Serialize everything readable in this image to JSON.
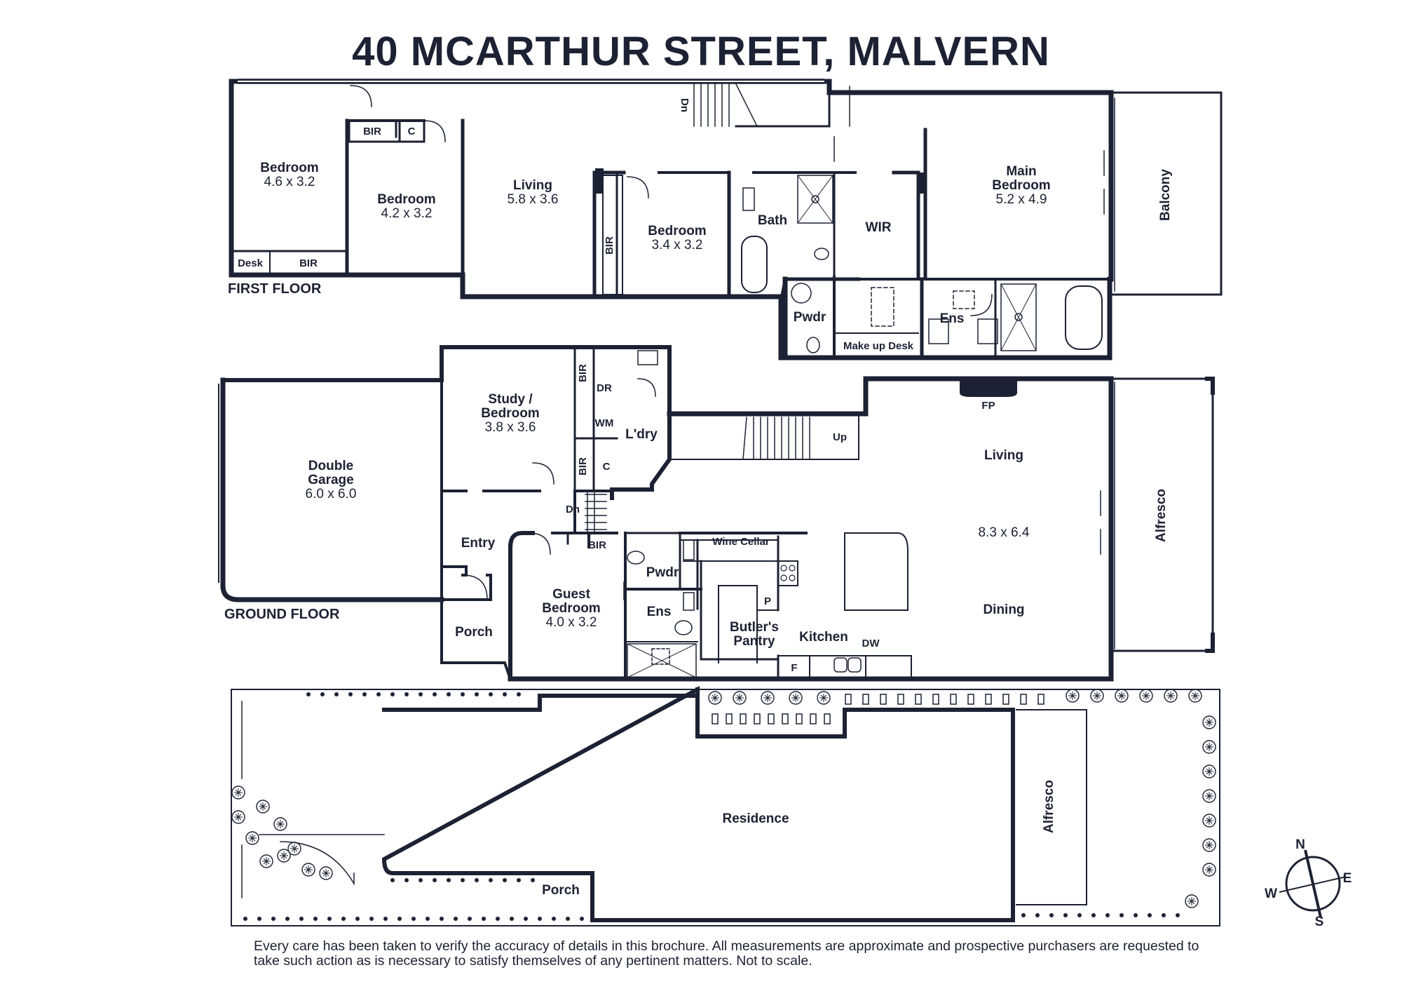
{
  "title": "40 MCARTHUR STREET, MALVERN",
  "floors": {
    "first": "FIRST FLOOR",
    "ground": "GROUND FLOOR"
  },
  "first_floor_rooms": {
    "bedroom1": {
      "name": "Bedroom",
      "dims": "4.6 x 3.2"
    },
    "bedroom2": {
      "name": "Bedroom",
      "dims": "4.2 x 3.2"
    },
    "living": {
      "name": "Living",
      "dims": "5.8 x 3.6"
    },
    "bedroom3": {
      "name": "Bedroom",
      "dims": "3.4 x 3.2"
    },
    "bath": "Bath",
    "wir": "WIR",
    "main_bedroom_l1": "Main",
    "main_bedroom_l2": "Bedroom",
    "main_bedroom_dims": "5.2 x 4.9",
    "balcony": "Balcony",
    "pwdr": "Pwdr",
    "ens": "Ens",
    "make_up_desk": "Make up Desk",
    "bir_top": "BIR",
    "c_top": "C",
    "desk": "Desk",
    "bir_bottom": "BIR",
    "bir_vertical": "BIR",
    "dn": "Dn"
  },
  "ground_floor_rooms": {
    "garage_l1": "Double",
    "garage_l2": "Garage",
    "garage_dims": "6.0 x 6.0",
    "study_l1": "Study /",
    "study_l2": "Bedroom",
    "study_dims": "3.8 x 3.6",
    "bir1": "BIR",
    "dr": "DR",
    "wm": "WM",
    "laundry": "L'dry",
    "bir2": "BIR",
    "c": "C",
    "up": "Up",
    "fp": "FP",
    "living": "Living",
    "living_dims": "8.3 x 6.4",
    "dining": "Dining",
    "alfresco": "Alfresco",
    "entry": "Entry",
    "dn": "Dn",
    "bir3": "BIR",
    "wine_cellar": "Wine Cellar",
    "pwdr": "Pwdr",
    "guest_l1": "Guest",
    "guest_l2": "Bedroom",
    "guest_dims": "4.0 x 3.2",
    "ens": "Ens",
    "p": "P",
    "butlers_l1": "Butler's",
    "butlers_l2": "Pantry",
    "kitchen": "Kitchen",
    "dw": "DW",
    "f": "F",
    "porch": "Porch"
  },
  "site_plan": {
    "residence": "Residence",
    "alfresco": "Alfresco",
    "porch": "Porch"
  },
  "compass": {
    "n": "N",
    "e": "E",
    "s": "S",
    "w": "W"
  },
  "disclaimer": "Every care has been taken to verify the accuracy of details in this brochure. All measurements are approximate and prospective purchasers are requested to take such action as is necessary to satisfy themselves of any pertinent matters. Not to scale.",
  "colors": {
    "ink": "#1c2233",
    "background": "#ffffff"
  }
}
